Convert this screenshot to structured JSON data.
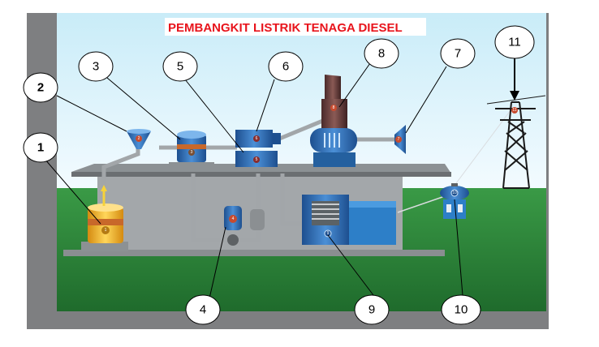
{
  "title": "PEMBANGKIT LISTRIK TENAGA DIESEL",
  "callouts": [
    {
      "id": "1",
      "label": "1"
    },
    {
      "id": "2",
      "label": "2"
    },
    {
      "id": "3",
      "label": "3"
    },
    {
      "id": "4",
      "label": "4"
    },
    {
      "id": "5",
      "label": "5"
    },
    {
      "id": "6",
      "label": "6"
    },
    {
      "id": "7",
      "label": "7"
    },
    {
      "id": "8",
      "label": "8"
    },
    {
      "id": "9",
      "label": "9"
    },
    {
      "id": "10",
      "label": "10"
    },
    {
      "id": "11",
      "label": "11"
    }
  ],
  "component_tags": {
    "fuel_tank": "1",
    "funnel": "2",
    "day_tank": "3",
    "pump": "4",
    "filter": "5",
    "intake": "6",
    "exhaust_outlet": "7",
    "engine": "8",
    "generator": "9",
    "transformer": "10",
    "tower": "11"
  },
  "colors": {
    "title": "#e8141c",
    "sky": "#dff3fb",
    "grass": "#2f8a3c",
    "wall": "#9fa3a6",
    "machine_blue": "#2c6fb8",
    "fuel_yellow": "#f2b322",
    "frame_gray": "#7e7f81"
  }
}
